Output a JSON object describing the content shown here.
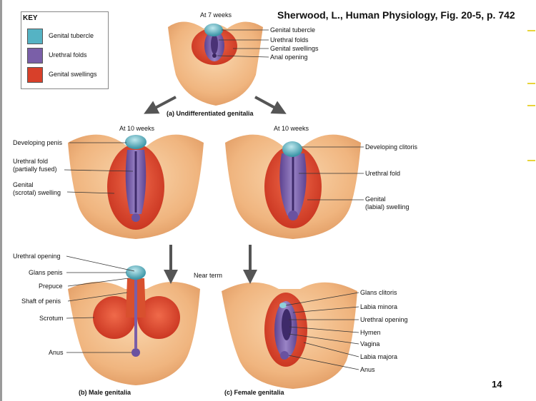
{
  "title": "Sherwood, L., Human Physiology, Fig. 20-5, p. 742",
  "page_number": "14",
  "key": {
    "title": "KEY",
    "items": [
      {
        "label": "Genital tubercle",
        "color": "#55b3c4"
      },
      {
        "label": "Urethral folds",
        "color": "#7a5fa8"
      },
      {
        "label": "Genital swellings",
        "color": "#d8402a"
      }
    ]
  },
  "stages": {
    "top": "At 7 weeks",
    "left_mid": "At 10 weeks",
    "right_mid": "At 10 weeks",
    "near_term": "Near term"
  },
  "captions": {
    "a": "(a) Undifferentiated genitalia",
    "b": "(b) Male genitalia",
    "c": "(c) Female genitalia"
  },
  "labels": {
    "top": [
      "Genital tubercle",
      "Urethral folds",
      "Genital swellings",
      "Anal opening"
    ],
    "male_10": [
      "Developing penis",
      "Urethral fold\n(partially fused)",
      "Genital\n(scrotal) swelling"
    ],
    "female_10": [
      "Developing clitoris",
      "Urethral fold",
      "Genital\n(labial) swelling"
    ],
    "male_term": [
      "Urethral opening",
      "Glans penis",
      "Prepuce",
      "Shaft of penis",
      "Scrotum",
      "Anus"
    ],
    "female_term": [
      "Glans clitoris",
      "Labia minora",
      "Urethral opening",
      "Hymen",
      "Vagina",
      "Labia majora",
      "Anus"
    ]
  },
  "colors": {
    "skin": "#f3c08f",
    "skin_shadow": "#e09a62",
    "tubercle": "#55b3c4",
    "folds": "#7a5fa8",
    "swellings": "#d8402a"
  }
}
